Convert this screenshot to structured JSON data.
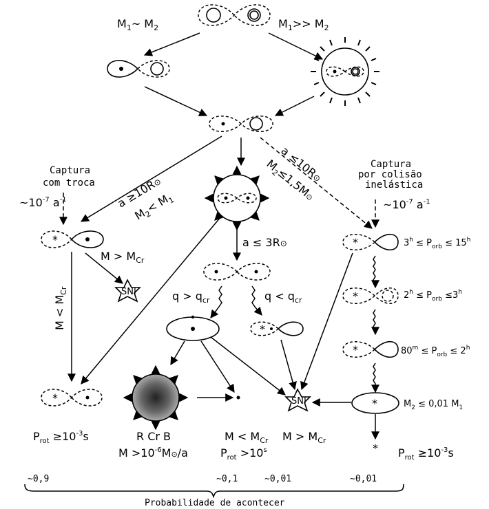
{
  "labels": {
    "top_left_cond_a": "M",
    "top_left_cond_sub1": "1",
    "top_left_cond_mid": "~ M",
    "top_left_cond_sub2": "2",
    "top_right_cond_a": "M",
    "top_right_cond_sub1": "1",
    "top_right_cond_mid": ">> M",
    "top_right_cond_sub2": "2",
    "left_branch_a": "a ≥10R",
    "left_branch_b": "M",
    "left_branch_b_sub": "2",
    "left_branch_b_mid": "< M",
    "left_branch_b_sub2": "1",
    "right_branch_a": "a ≤10R",
    "right_branch_b": "M",
    "right_branch_b_sub": "2",
    "right_branch_b_mid": "≤1,5M",
    "capture_exchange_1": "Captura",
    "capture_exchange_2": "com troca",
    "capture_inelastic_1": "Captura",
    "capture_inelastic_2": "por colisão",
    "capture_inelastic_3": "inelástica",
    "rate_left": "~10",
    "rate_left_exp": "-7",
    "rate_left_unit": "a",
    "rate_left_unit_exp": "-1",
    "rate_right": "~10",
    "rate_right_exp": "-7",
    "rate_right_unit": "a",
    "rate_right_unit_exp": "-1",
    "m_gt_mcr": "M > M",
    "m_gt_mcr_sub": "Cr",
    "m_lt_mcr_vertical": "M < M",
    "m_lt_mcr_vertical_sub": "Cr",
    "sep_3r": "a ≤ 3R",
    "q_gt": "q > q",
    "q_gt_sub": "cr",
    "q_lt": "q < q",
    "q_lt_sub": "cr",
    "p_orb_1": "3",
    "p_orb_1b": "≤ P",
    "p_orb_1c": "≤ 15",
    "p_orb_2": "2",
    "p_orb_2b": "≤ P",
    "p_orb_2c": "≤3",
    "p_orb_3": "80",
    "p_orb_3b": "≤ P",
    "p_orb_3c": "≤ 2",
    "m2_small": "M",
    "m2_small_sub": "2",
    "m2_small_rest": "≤ 0,01 M",
    "m2_small_sub2": "1",
    "sn1": "SNI",
    "prot_left": "P",
    "prot_left_sub": "rot",
    "prot_left_rest": "≥10",
    "prot_left_exp": "-3",
    "prot_left_unit": "s",
    "rcrb": "R Cr B",
    "mdot": "M >10",
    "mdot_exp": "-6",
    "mdot_rest": "M",
    "mdot_unit": "/a",
    "m_lt_mcr": "M < M",
    "m_lt_mcr_sub": "Cr",
    "prot_mid": "P",
    "prot_mid_sub": "rot",
    "prot_mid_rest": ">10",
    "prot_mid_exp": "s",
    "m_gt_mcr_2": "M > M",
    "m_gt_mcr_2_sub": "Cr",
    "prot_right": "P",
    "prot_right_sub": "rot",
    "prot_right_rest": "≥10",
    "prot_right_exp": "-3",
    "prot_right_unit": "s",
    "prob_1": "~0,9",
    "prob_2": "~0,1",
    "prob_3": "~0,01",
    "prob_4": "~0,01",
    "prob_caption": "Probabilidade de acontecer"
  }
}
